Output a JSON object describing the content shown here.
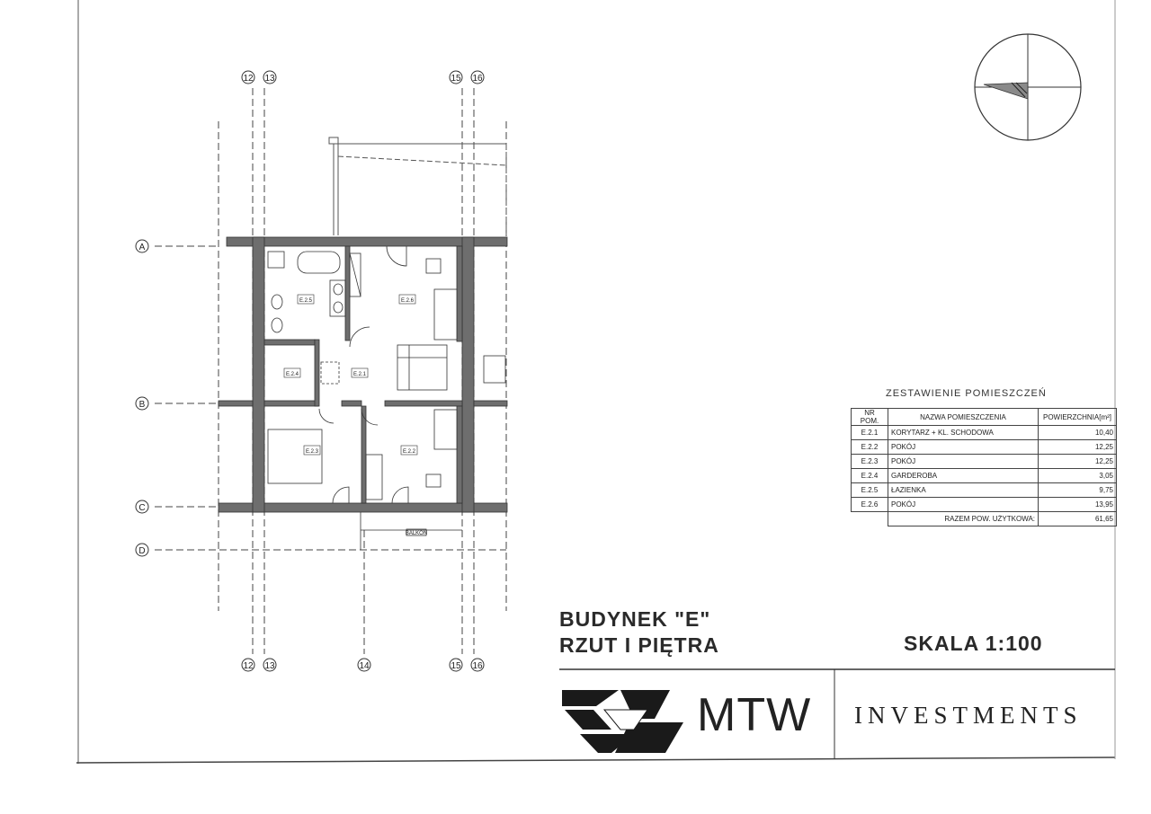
{
  "drawing": {
    "title_line1": "BUDYNEK \"E\"",
    "title_line2": "RZUT I PIĘTRA",
    "scale": "SKALA 1:100",
    "company_mark": "MTW",
    "company_name": "INVESTMENTS",
    "balcony_label": "BALKON"
  },
  "axes": {
    "vertical": [
      "12",
      "13",
      "14",
      "15",
      "16"
    ],
    "horizontal": [
      "A",
      "B",
      "C",
      "D"
    ]
  },
  "rooms_on_plan": [
    "E.2.1",
    "E.2.2",
    "E.2.3",
    "E.2.4",
    "E.2.5",
    "E.2.6"
  ],
  "schedule": {
    "title": "ZESTAWIENIE POMIESZCZEŃ",
    "headers": [
      "NR POM.",
      "NAZWA POMIESZCZENIA",
      "POWIERZCHNIA[m²]"
    ],
    "rows": [
      [
        "E.2.1",
        "KORYTARZ + KL. SCHODOWA",
        "10,40"
      ],
      [
        "E.2.2",
        "POKÓJ",
        "12,25"
      ],
      [
        "E.2.3",
        "POKÓJ",
        "12,25"
      ],
      [
        "E.2.4",
        "GARDEROBA",
        "3,05"
      ],
      [
        "E.2.5",
        "ŁAZIENKA",
        "9,75"
      ],
      [
        "E.2.6",
        "POKÓJ",
        "13,95"
      ]
    ],
    "total_label": "RAZEM POW. UŻYTKOWA:",
    "total_value": "61,65"
  },
  "colors": {
    "wall": "#6e6e6e",
    "line": "#2b2b2b"
  }
}
